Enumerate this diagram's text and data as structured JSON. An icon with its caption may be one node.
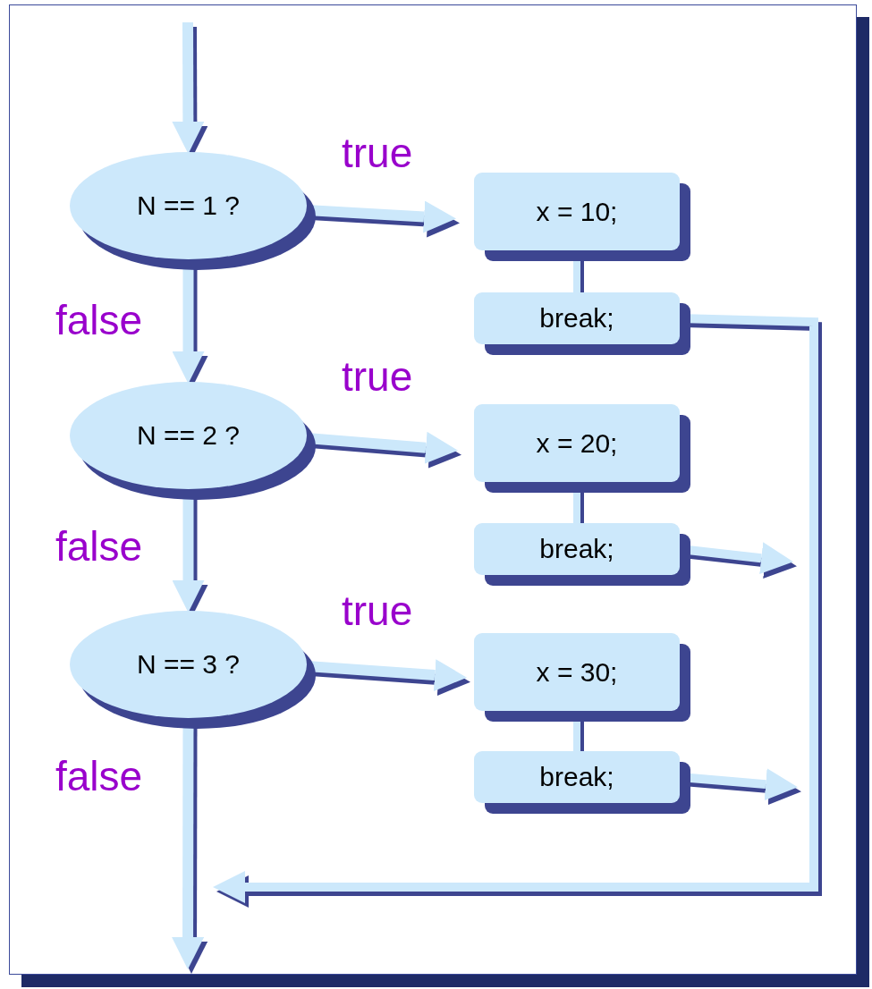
{
  "diagram": {
    "nodes": [
      {
        "text": [
          "N == 1 ?"
        ]
      },
      {
        "text": [
          "x = 10;"
        ]
      },
      {
        "text": [
          "break;"
        ]
      },
      {
        "text": [
          "N == 2 ?"
        ]
      },
      {
        "text": [
          "x = 20;"
        ]
      },
      {
        "text": [
          "break;"
        ]
      },
      {
        "text": [
          "N == 3 ?"
        ]
      },
      {
        "text": [
          "x = 30;"
        ]
      },
      {
        "text": [
          "break;"
        ]
      }
    ],
    "edges": [
      {
        "from": null,
        "to": 0,
        "arrow": "to"
      },
      {
        "from": 0,
        "to": 1,
        "arrow": "to",
        "label": "true"
      },
      {
        "from": 0,
        "to": 3,
        "arrow": "to",
        "label": "false"
      },
      {
        "from": 1,
        "to": 2,
        "arrow": "none"
      },
      {
        "from": 2,
        "to": null,
        "arrow": "to"
      },
      {
        "from": 3,
        "to": 4,
        "arrow": "to",
        "label": "true"
      },
      {
        "from": 3,
        "to": 6,
        "arrow": "to",
        "label": "false"
      },
      {
        "from": 4,
        "to": 5,
        "arrow": "none"
      },
      {
        "from": 5,
        "to": null,
        "arrow": "to"
      },
      {
        "from": 6,
        "to": 7,
        "arrow": "to",
        "label": "true"
      },
      {
        "from": 6,
        "to": null,
        "arrow": "to",
        "label": "false"
      },
      {
        "from": 7,
        "to": 8,
        "arrow": "none"
      },
      {
        "from": 8,
        "to": null,
        "arrow": "to"
      }
    ]
  }
}
